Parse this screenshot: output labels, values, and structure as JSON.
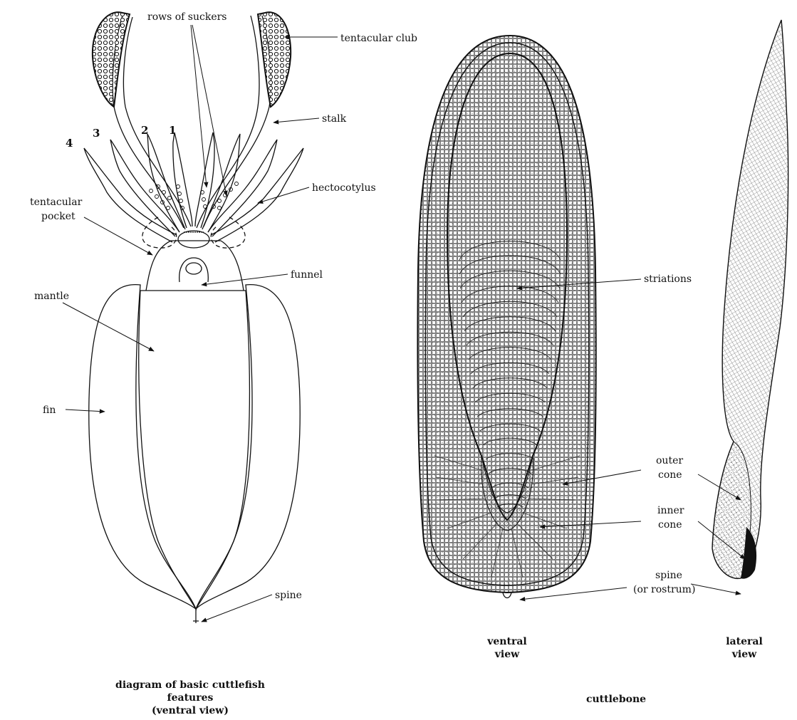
{
  "labels": {
    "rows_of_suckers": "rows of suckers",
    "tentacular_club": "tentacular club",
    "stalk": "stalk",
    "hectocotylus": "hectocotylus",
    "tentacular_pocket_1": "tentacular",
    "tentacular_pocket_2": "pocket",
    "funnel": "funnel",
    "mantle": "mantle",
    "fin": "fin",
    "spine_left": "spine",
    "striations": "striations",
    "outer_cone_1": "outer",
    "outer_cone_2": "cone",
    "inner_cone_1": "inner",
    "inner_cone_2": "cone",
    "spine_right_1": "spine",
    "spine_right_2": "(or rostrum)"
  },
  "arm_numbers": [
    "4",
    "3",
    "2",
    "1"
  ],
  "captions": {
    "left_1": "diagram of basic cuttlefish",
    "left_2": "features",
    "left_3": "(ventral view)",
    "ventral_1": "ventral",
    "ventral_2": "view",
    "lateral_1": "lateral",
    "lateral_2": "view",
    "cuttlebone": "cuttlebone"
  }
}
